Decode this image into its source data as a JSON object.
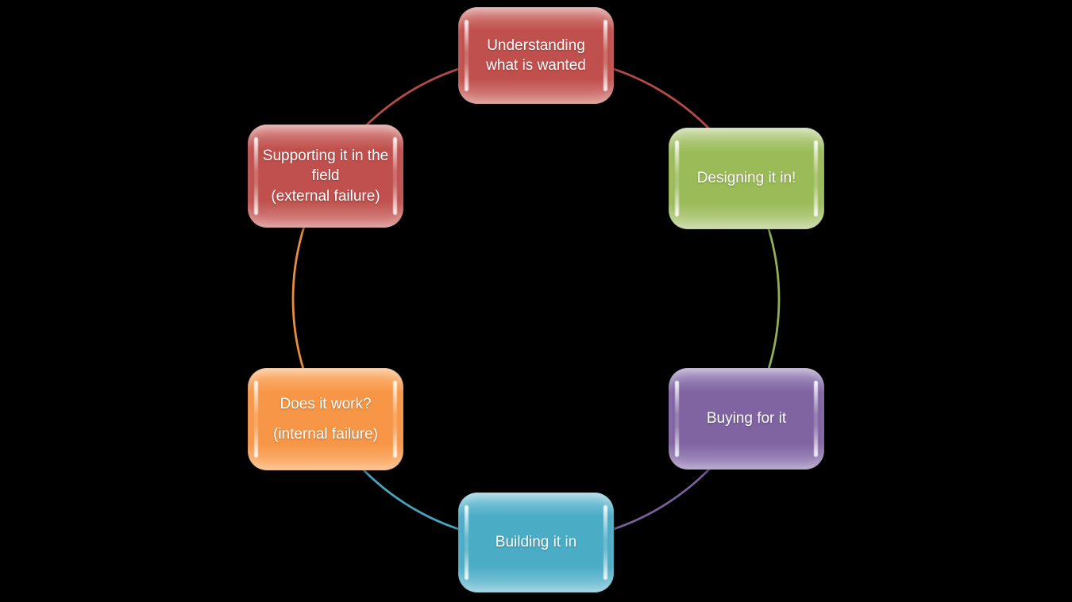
{
  "diagram": {
    "type": "cycle",
    "background_color": "#000000",
    "text_color": "#FFFFFF",
    "nodes": [
      {
        "id": "understanding",
        "label": "Understanding what is wanted",
        "sublabel": "",
        "color": "#C0504D",
        "light": "#D88D8A"
      },
      {
        "id": "designing",
        "label": "Designing it in!",
        "sublabel": "",
        "color": "#9BBB59",
        "light": "#C2D59B"
      },
      {
        "id": "buying",
        "label": "Buying for it",
        "sublabel": "",
        "color": "#8064A2",
        "light": "#A996C4"
      },
      {
        "id": "building",
        "label": "Building it in",
        "sublabel": "",
        "color": "#4BACC6",
        "light": "#8CCBDD"
      },
      {
        "id": "does-it-work",
        "label": "Does it work?",
        "sublabel": "(internal failure)",
        "color": "#F79646",
        "light": "#FBB87C"
      },
      {
        "id": "supporting",
        "label": "Supporting it in the field",
        "sublabel": "(external failure)",
        "color": "#C0504D",
        "light": "#D88D8A"
      }
    ],
    "connectors": [
      {
        "from": "understanding",
        "to": "designing",
        "color": "#C0504D"
      },
      {
        "from": "designing",
        "to": "buying",
        "color": "#9BBB59"
      },
      {
        "from": "buying",
        "to": "building",
        "color": "#8064A2"
      },
      {
        "from": "building",
        "to": "does-it-work",
        "color": "#4BACC6"
      },
      {
        "from": "does-it-work",
        "to": "supporting",
        "color": "#F79646"
      },
      {
        "from": "supporting",
        "to": "understanding",
        "color": "#C0504D"
      }
    ]
  }
}
